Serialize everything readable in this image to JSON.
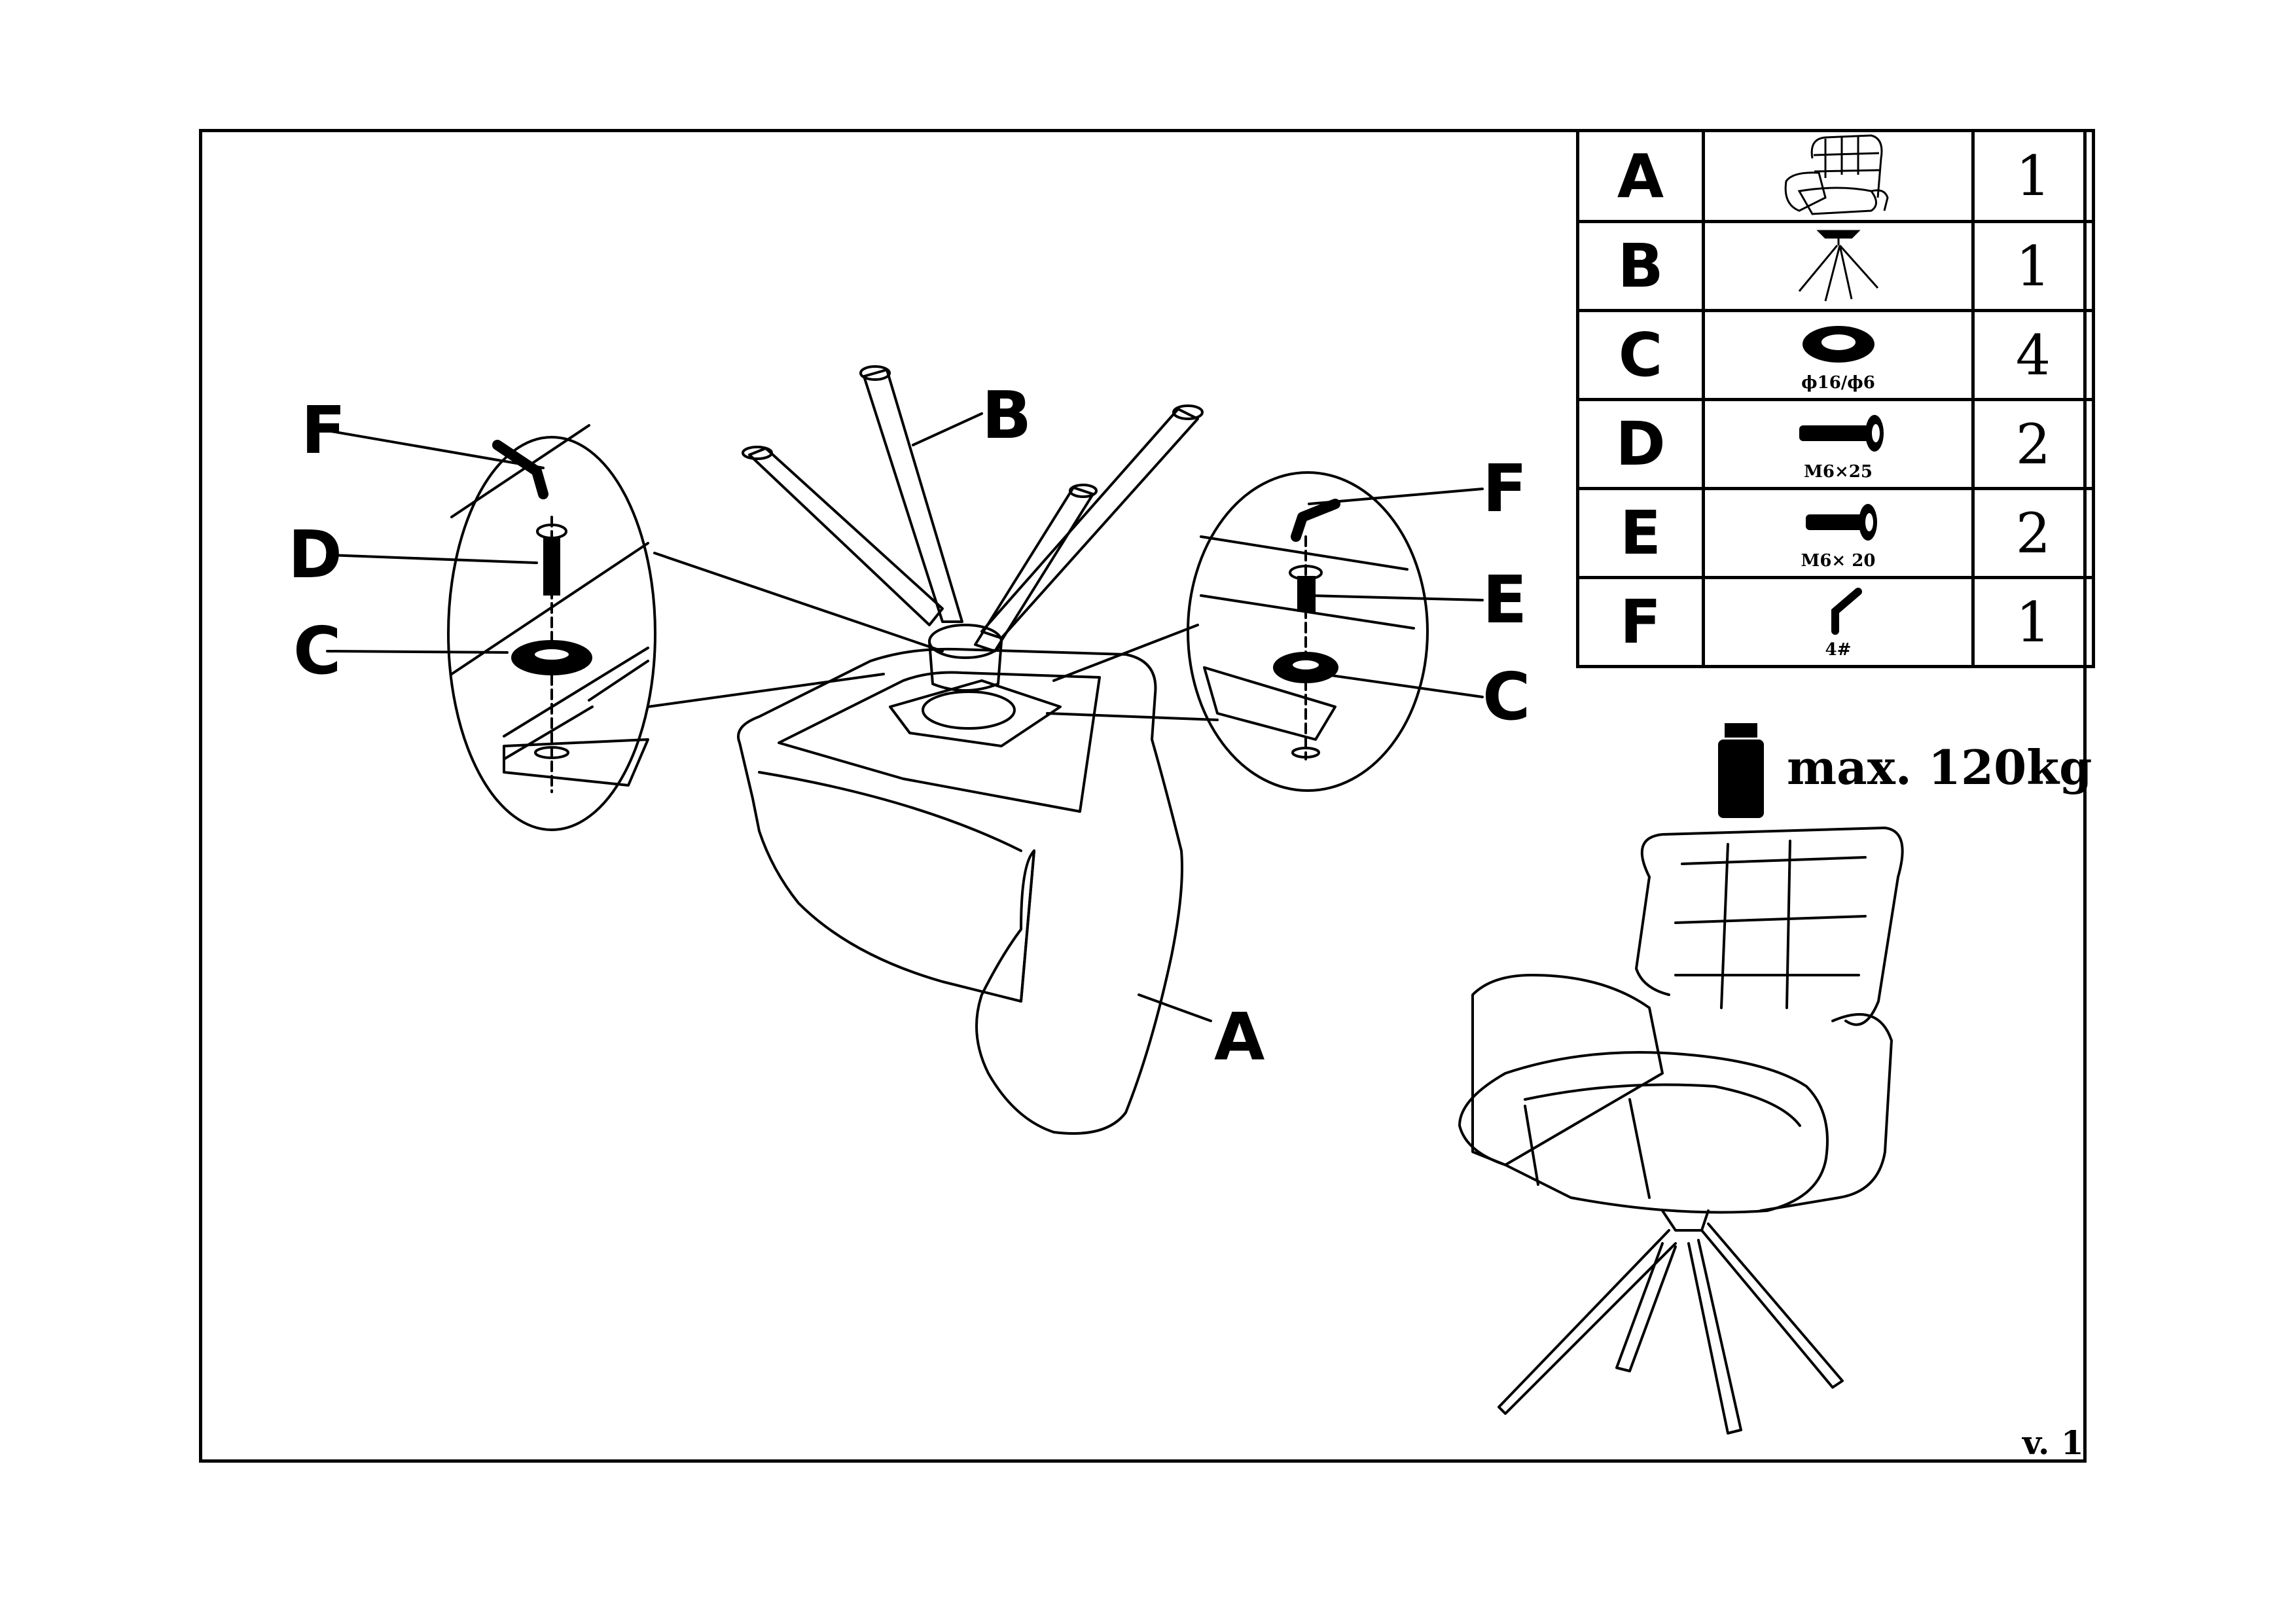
{
  "parts": [
    {
      "code": "A",
      "icon": "armchair-icon",
      "spec": "",
      "qty": "1"
    },
    {
      "code": "B",
      "icon": "swivel-base-icon",
      "spec": "",
      "qty": "1"
    },
    {
      "code": "C",
      "icon": "washer-icon",
      "spec": "ϕ16/ϕ6",
      "qty": "4"
    },
    {
      "code": "D",
      "icon": "bolt-icon",
      "spec": "M6×25",
      "qty": "2"
    },
    {
      "code": "E",
      "icon": "bolt-icon",
      "spec": "M6× 20",
      "qty": "2"
    },
    {
      "code": "F",
      "icon": "allen-key-icon",
      "spec": "4#",
      "qty": "1"
    }
  ],
  "callouts": {
    "left_f": "F",
    "left_d": "D",
    "left_c": "C",
    "base_b": "B",
    "seat_a": "A",
    "right_f": "F",
    "right_e": "E",
    "right_c": "C"
  },
  "max_load": "max. 120kg",
  "version": "v. 1"
}
